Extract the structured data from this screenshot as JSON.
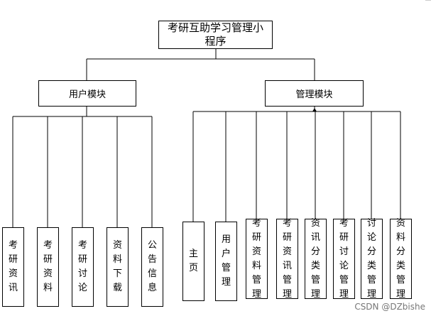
{
  "diagram": {
    "root": "考研互助学习管理小程序",
    "modules": [
      {
        "label": "用户模块",
        "leaves": [
          "考研资讯",
          "考研资料",
          "考研讨论",
          "资料下载",
          "公告信息"
        ]
      },
      {
        "label": "管理模块",
        "leaves": [
          "主页",
          "用户管理",
          "考研资料管理",
          "考研资讯管理",
          "资讯分类管理",
          "考研讨论管理",
          "讨论分类管理",
          "资料分类管理"
        ]
      }
    ]
  },
  "watermark": "CSDN @DZbishe"
}
